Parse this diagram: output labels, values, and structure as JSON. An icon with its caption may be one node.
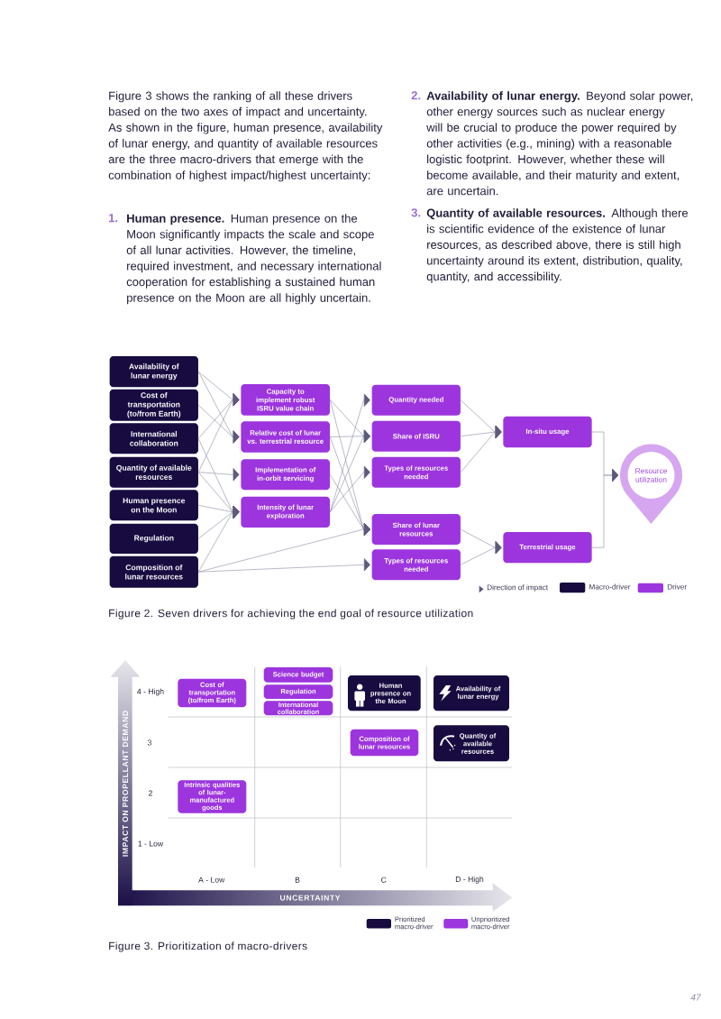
{
  "diagram": {
    "nodes": [
      {
        "text": [
          "Availability of lunar energy"
        ]
      },
      {
        "text": [
          "Cost of transportation (to/from Earth)"
        ]
      },
      {
        "text": [
          "International collaboration"
        ]
      },
      {
        "text": [
          "Quantity of available resources"
        ]
      },
      {
        "text": [
          "Human presence on the Moon"
        ]
      },
      {
        "text": [
          "Regulation"
        ]
      },
      {
        "text": [
          "Composition of lunar resources"
        ]
      },
      {
        "text": [
          "Capacity to implement robust ISRU value chain"
        ]
      },
      {
        "text": [
          "Relative cost of lunar vs. terrestrial resource"
        ]
      },
      {
        "text": [
          "Implementation of in-orbit servicing"
        ]
      },
      {
        "text": [
          "Intensity of lunar exploration"
        ]
      },
      {
        "text": [
          "Quantity needed"
        ]
      },
      {
        "text": [
          "Share of ISRU"
        ]
      },
      {
        "text": [
          "Types of resources needed"
        ]
      },
      {
        "text": [
          "Share of lunar resources"
        ]
      },
      {
        "text": [
          "Types of resources needed"
        ]
      },
      {
        "text": [
          "In-situ usage"
        ]
      },
      {
        "text": [
          "Terrestrial usage"
        ]
      },
      {
        "text": [
          "Resource utilization"
        ]
      },
      {
        "text": [
          "Cost of transportation (to/from Earth)"
        ]
      },
      {
        "text": [
          "Science budget"
        ]
      },
      {
        "text": [
          "Regulation"
        ]
      },
      {
        "text": [
          "International collaboration"
        ]
      },
      {
        "text": [
          "Human presence on the Moon"
        ]
      },
      {
        "text": [
          "Availability of lunar energy"
        ]
      },
      {
        "text": [
          "Composition of lunar resources"
        ]
      },
      {
        "text": [
          "Quantity of available resources"
        ]
      },
      {
        "text": [
          "Intrinsic qualities of lunar-manufactured goods"
        ]
      }
    ],
    "edges": [
      {
        "from": 0,
        "to": 7,
        "arrow": "to"
      },
      {
        "from": 0,
        "to": 8,
        "arrow": "to"
      },
      {
        "from": 1,
        "to": 8,
        "arrow": "to"
      },
      {
        "from": 2,
        "to": 7,
        "arrow": "to"
      },
      {
        "from": 2,
        "to": 10,
        "arrow": "to"
      },
      {
        "from": 3,
        "to": 7,
        "arrow": "to"
      },
      {
        "from": 3,
        "to": 9,
        "arrow": "to"
      },
      {
        "from": 3,
        "to": 10,
        "arrow": "to"
      },
      {
        "from": 4,
        "to": 10,
        "arrow": "to"
      },
      {
        "from": 5,
        "to": 10,
        "arrow": "to"
      },
      {
        "from": 6,
        "to": 10,
        "arrow": "to"
      },
      {
        "from": 6,
        "to": 14,
        "arrow": "to"
      },
      {
        "from": 6,
        "to": 15,
        "arrow": "to"
      },
      {
        "from": 7,
        "to": 12,
        "arrow": "to"
      },
      {
        "from": 7,
        "to": 14,
        "arrow": "to"
      },
      {
        "from": 8,
        "to": 12,
        "arrow": "to"
      },
      {
        "from": 8,
        "to": 14,
        "arrow": "to"
      },
      {
        "from": 9,
        "to": 14,
        "arrow": "to"
      },
      {
        "from": 10,
        "to": 11,
        "arrow": "to"
      },
      {
        "from": 10,
        "to": 12,
        "arrow": "to"
      },
      {
        "from": 10,
        "to": 13,
        "arrow": "to"
      },
      {
        "from": 11,
        "to": 16,
        "arrow": "to"
      },
      {
        "from": 12,
        "to": 16,
        "arrow": "to"
      },
      {
        "from": 13,
        "to": 16,
        "arrow": "to"
      },
      {
        "from": 14,
        "to": 17,
        "arrow": "to"
      },
      {
        "from": 15,
        "to": 17,
        "arrow": "to"
      },
      {
        "from": 16,
        "to": 18,
        "arrow": "to"
      },
      {
        "from": 17,
        "to": 18,
        "arrow": "to"
      }
    ],
    "labels": [
      "Figure 3 shows the ranking of all these drivers based on the two axes of impact and uncertainty. As shown in the figure, human presence, availability of lunar energy, and quantity of available resources are the three macro-drivers that emerge with the combination of highest impact/highest uncertainty:",
      "1.",
      "**Human presence.** Human presence on the Moon significantly impacts the scale and scope of all lunar activities. However, the timeline, required investment, and necessary international cooperation for establishing a sustained human presence on the Moon are all highly uncertain.",
      "2.",
      "**Availability of lunar energy.** Beyond solar power, other energy sources such as nuclear energy will be crucial to produce the power required by other activities (e.g., mining) with a reasonable logistic footprint. However, whether these will become available, and their maturity and extent, are uncertain.",
      "3.",
      "**Quantity of available resources.** Although there is scientific evidence of the existence of lunar resources, as described above, there is still high uncertainty around its extent, distribution, quality, quantity, and accessibility.",
      "Figure 2. Seven drivers for achieving the end goal of resource utilization",
      "4 - High",
      "3",
      "2",
      "1 - Low",
      "IMPACT ON PROPELLANT DEMAND",
      "A - Low",
      "B",
      "C",
      "D - High",
      "UNCERTAINTY",
      "Figure 3. Prioritization of macro-drivers",
      "47"
    ],
    "legend": [
      {
        "text": "Direction of impact"
      },
      {
        "text": "Macro-driver",
        "color": "#170b40"
      },
      {
        "text": "Driver",
        "color": "#9c35de"
      },
      {
        "text": "Prioritized macro-driver",
        "color": "#170b40"
      },
      {
        "text": "Unprioritized macro-driver",
        "color": "#9c35de"
      }
    ]
  }
}
